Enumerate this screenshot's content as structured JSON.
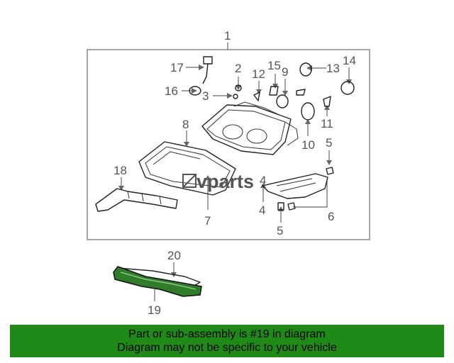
{
  "callouts": {
    "c1": "1",
    "c2": "2",
    "c3": "3",
    "c4a": "4",
    "c4b": "4",
    "c5a": "5",
    "c5b": "5",
    "c6": "6",
    "c7": "7",
    "c8": "8",
    "c9": "9",
    "c10": "10",
    "c11": "11",
    "c12": "12",
    "c13": "13",
    "c14": "14",
    "c15": "15",
    "c16": "16",
    "c17": "17",
    "c18": "18",
    "c19": "19",
    "c20": "20"
  },
  "watermark": {
    "logo_text": "vparts"
  },
  "colors": {
    "highlight_part": "#2f7d2a",
    "footer_bg": "#1f8a17"
  },
  "footer": {
    "line1": "Part or sub-assembly is #19 in diagram",
    "line2": "Diagram may not be specific to your vehicle"
  }
}
